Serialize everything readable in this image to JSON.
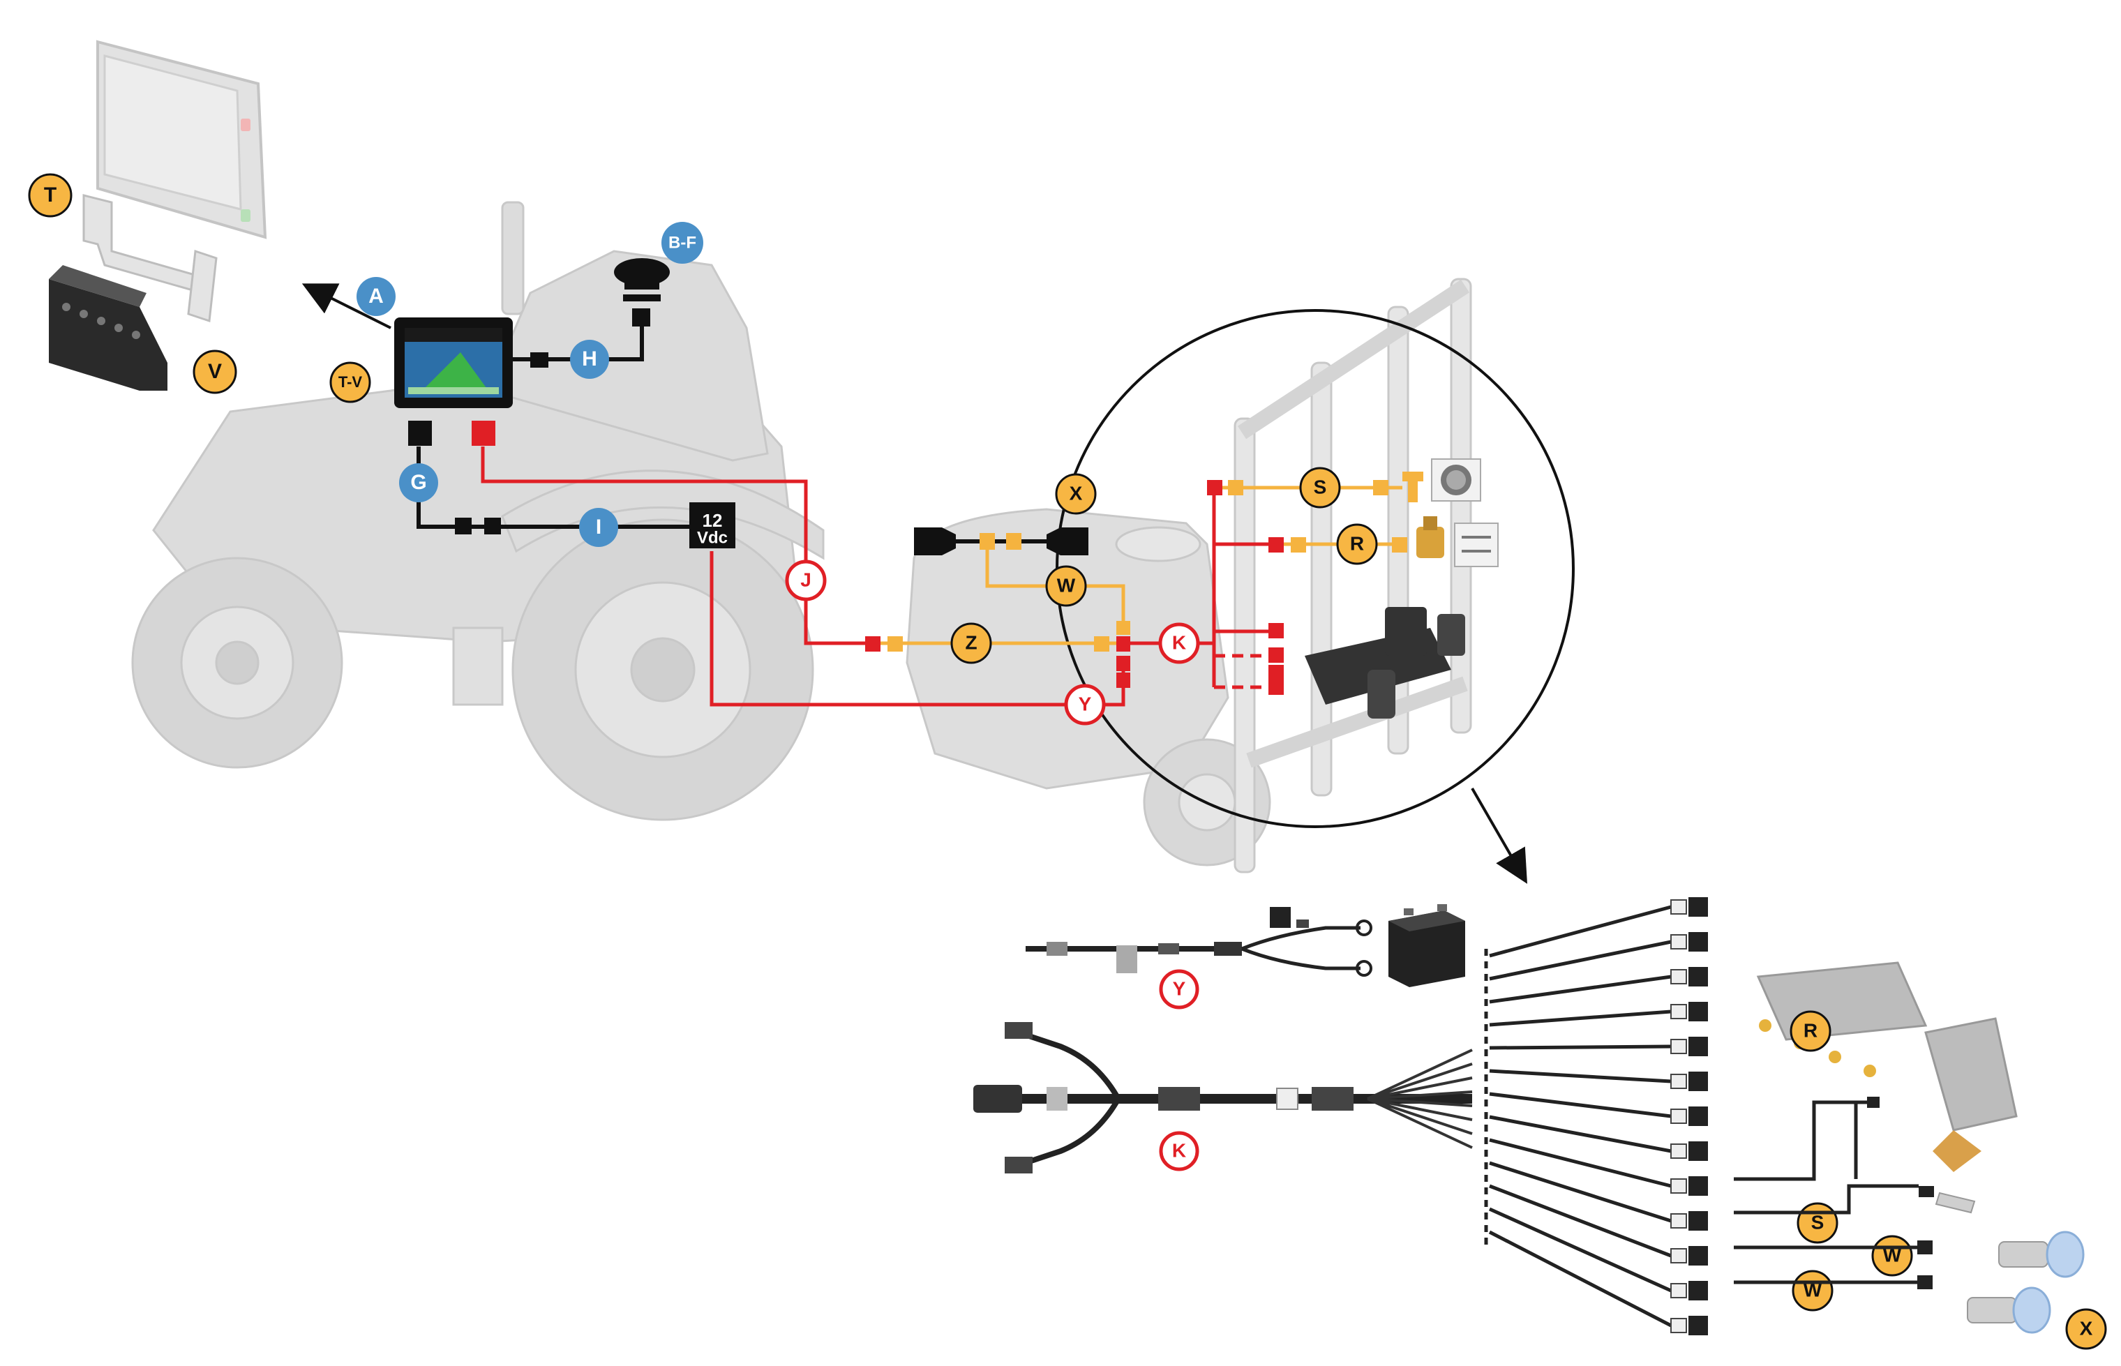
{
  "labels": {
    "T": "T",
    "V": "V",
    "TV": "T-V",
    "A": "A",
    "BF": "B-F",
    "H": "H",
    "G": "G",
    "I": "I",
    "J": "J",
    "Z": "Z",
    "K": "K",
    "Y": "Y",
    "W": "W",
    "X": "X",
    "S": "S",
    "R": "R",
    "det_Y": "Y",
    "det_K": "K",
    "det_R": "R",
    "det_S": "S",
    "det_W1": "W",
    "det_W2": "W",
    "det_X": "X"
  },
  "power": {
    "line1": "12",
    "line2": "Vdc"
  },
  "colors": {
    "blue_badge": "#4a90c8",
    "orange_badge": "#f7b643",
    "red_line": "#e01f25",
    "orange_line": "#f5b33f",
    "black_line": "#111111",
    "ghost_gray": "#cfcfcf"
  }
}
